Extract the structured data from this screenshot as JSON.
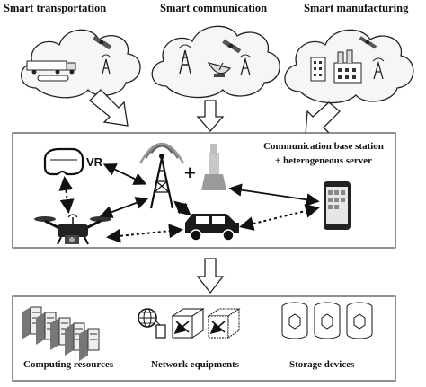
{
  "clouds": {
    "transportation": "Smart transportation",
    "communication": "Smart communication",
    "manufacturing": "Smart manufacturing"
  },
  "middle": {
    "station_line1": "Communication base station",
    "station_line2": "+ heterogeneous server",
    "vr_label": "VR",
    "plus": "+"
  },
  "bottom": {
    "computing": "Computing resources",
    "network": "Network equipments",
    "storage": "Storage devices"
  },
  "icons": {
    "truck": "truck-icon",
    "satellite": "satellite-icon",
    "tower": "cell-tower-icon",
    "dish": "satellite-dish-icon",
    "factory": "factory-icon",
    "vr": "vr-headset-icon",
    "drone": "drone-icon",
    "car": "car-icon",
    "phone": "smartphone-icon",
    "server": "server-icon",
    "globe": "globe-icon",
    "switch": "network-switch-icon",
    "storage": "storage-drum-icon"
  }
}
